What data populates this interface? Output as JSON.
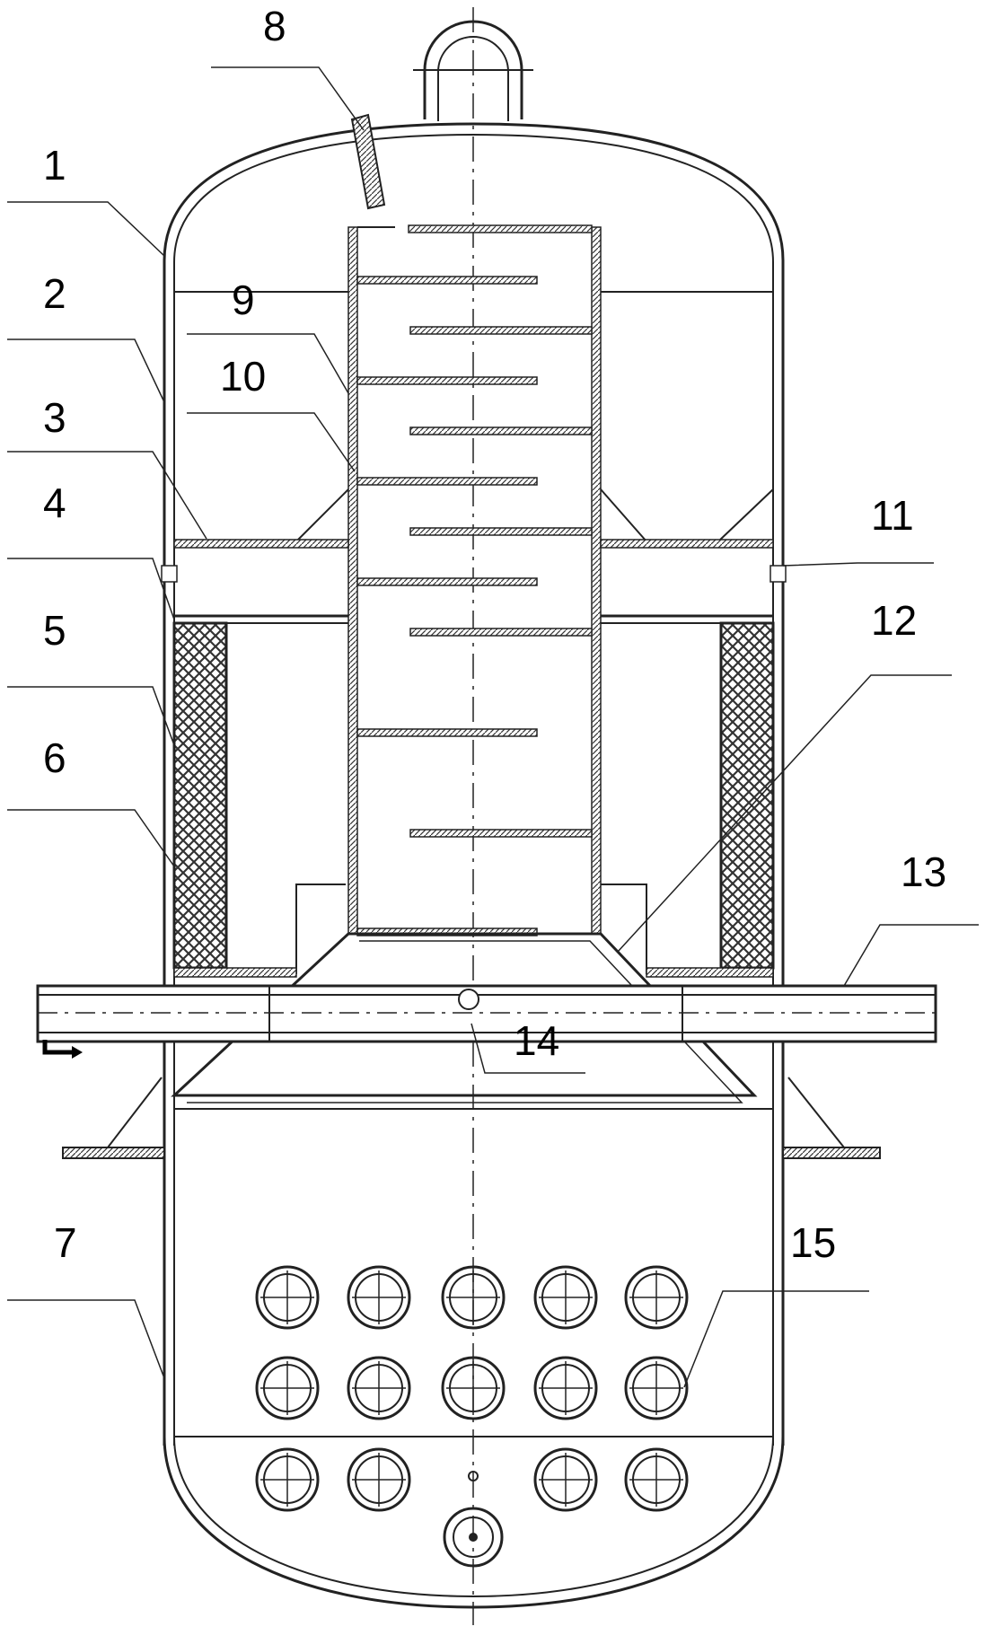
{
  "labels": {
    "l1": "1",
    "l2": "2",
    "l3": "3",
    "l4": "4",
    "l5": "5",
    "l6": "6",
    "l7": "7",
    "l8": "8",
    "l9": "9",
    "l10": "10",
    "l11": "11",
    "l12": "12",
    "l13": "13",
    "l14": "14",
    "l15": "15"
  },
  "nozzle_grid": {
    "rows": 3,
    "columns": 5,
    "missing_in_bottom_row": 1
  },
  "colors": {
    "line": "#222222",
    "packing": "#555555",
    "background": "#ffffff"
  }
}
